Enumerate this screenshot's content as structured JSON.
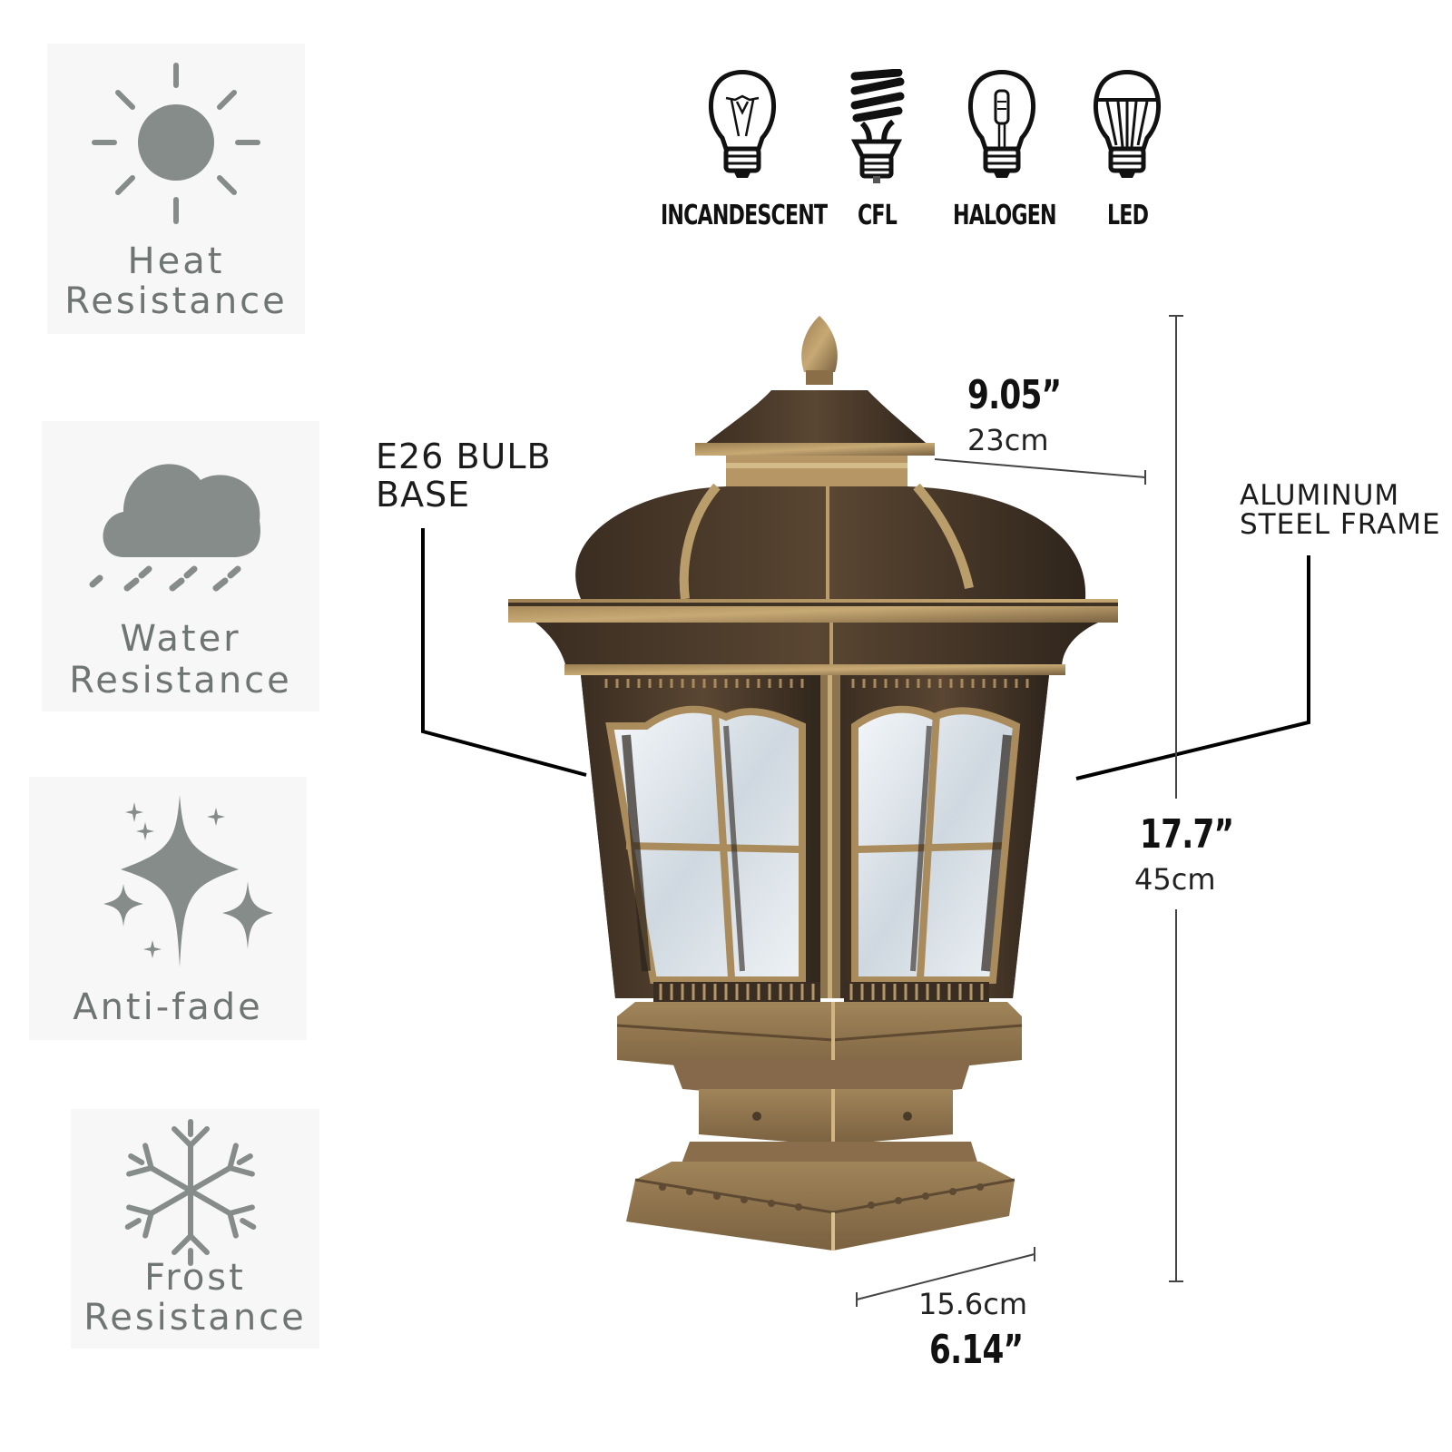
{
  "features": [
    {
      "id": "heat",
      "icon": "sun-icon",
      "line1": "Heat",
      "line2": "Resistance"
    },
    {
      "id": "water",
      "icon": "rain-cloud-icon",
      "line1": "Water",
      "line2": "Resistance"
    },
    {
      "id": "antifade",
      "icon": "sparkle-icon",
      "line1": "Anti-fade",
      "line2": ""
    },
    {
      "id": "frost",
      "icon": "snowflake-icon",
      "line1": "Frost",
      "line2": "Resistance"
    }
  ],
  "bulbs": [
    {
      "icon": "incandescent-bulb-icon",
      "label": "INCANDESCENT"
    },
    {
      "icon": "cfl-bulb-icon",
      "label": "CFL"
    },
    {
      "icon": "halogen-bulb-icon",
      "label": "HALOGEN"
    },
    {
      "icon": "led-bulb-icon",
      "label": "LED"
    }
  ],
  "callouts": {
    "bulb_base": {
      "line1": "E26 BULB",
      "line2": "BASE"
    },
    "frame": {
      "line1": "ALUMINUM",
      "line2": "STEEL FRAME"
    }
  },
  "dimensions": {
    "width_top": {
      "inches": "9.05”",
      "cm": "23cm"
    },
    "height": {
      "inches": "17.7”",
      "cm": "45cm"
    },
    "base_width": {
      "inches": "6.14”",
      "cm": "15.6cm"
    }
  },
  "colors": {
    "icon_gray": "#858c89",
    "label_gray": "#6f7573",
    "bronze_dark": "#3b2e22",
    "bronze_light": "#b89a68"
  }
}
